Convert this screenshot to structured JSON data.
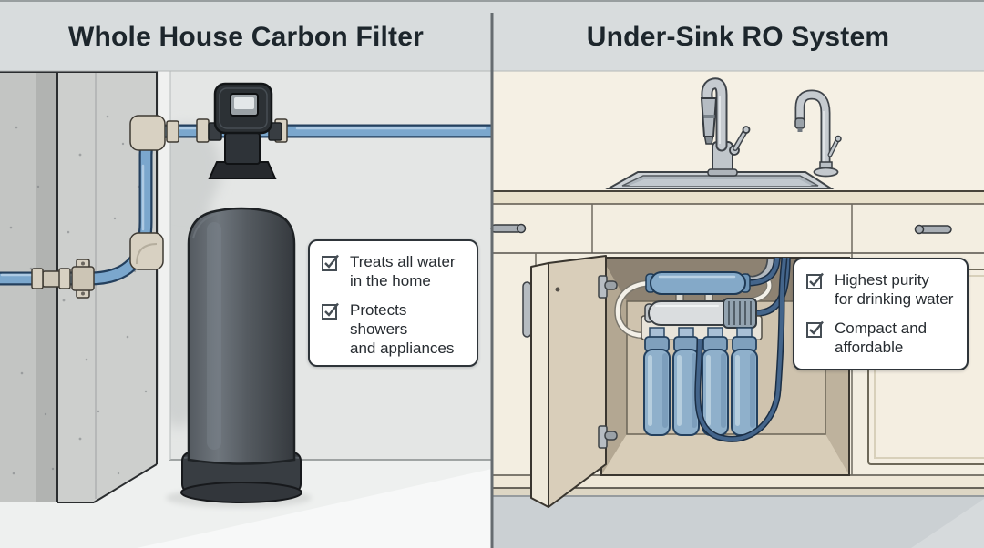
{
  "header": {
    "left_title": "Whole House Carbon Filter",
    "right_title": "Under-Sink RO System"
  },
  "panels": {
    "left": {
      "title": "Whole House Carbon Filter",
      "illustration": "whole-house-carbon-filter-tank-on-basement-wall-with-blue-supply-pipes",
      "features": [
        {
          "checked": true,
          "icon": "checkbox-checked-icon",
          "lines": [
            "Treats all water",
            "in the home"
          ]
        },
        {
          "checked": true,
          "icon": "checkbox-checked-icon",
          "lines": [
            "Protects showers",
            "and appliances"
          ]
        }
      ]
    },
    "right": {
      "title": "Under-Sink RO System",
      "illustration": "under-sink-reverse-osmosis-system-in-open-kitchen-cabinet-below-sink-with-dedicated-faucet",
      "features": [
        {
          "checked": true,
          "icon": "checkbox-checked-icon",
          "lines": [
            "Highest purity",
            "for drinking water"
          ]
        },
        {
          "checked": true,
          "icon": "checkbox-checked-icon",
          "lines": [
            "Compact and",
            "affordable"
          ]
        }
      ]
    }
  },
  "colors": {
    "title_band": "#d8dcdd",
    "divider": "#666c70",
    "pipe_blue": "#7ba7cd",
    "pipe_outline": "#24405e",
    "tank_dark": "#4a5056",
    "fitting_tan": "#d8d1c2",
    "wall_left": "#e4e6e5",
    "floor_left": "#eef0ef",
    "wall_right_cream": "#f5f0e4",
    "cabinet_cream": "#f3eee1",
    "cabinet_interior_tan": "#cbbfaa",
    "floor_right": "#cbd0d3",
    "cartridge_blue": "#8fb0cb",
    "tube_dark_blue": "#44658b",
    "tube_white": "#f3f0e8",
    "callout_bg": "#ffffff",
    "callout_border": "#2e3439",
    "text_dark": "#272c31"
  }
}
